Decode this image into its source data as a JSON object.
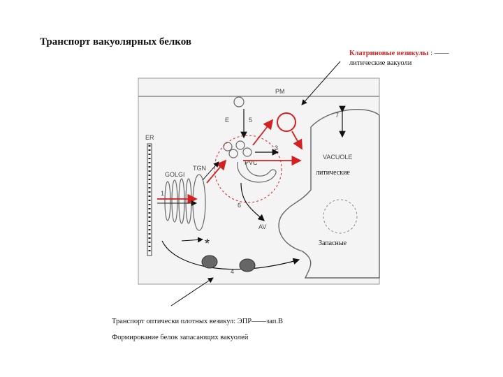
{
  "title": "Транспорт вакуолярных белков",
  "top_note": {
    "red_part": "Клатриновые везикулы",
    "rest_line1": " : ——",
    "line2": "литические вакуоли"
  },
  "diagram": {
    "pm": "PM",
    "e": "E",
    "n5": "5",
    "n7": "7",
    "n3": "3",
    "vacuole": "VACUOLE",
    "er": "ER",
    "golgi": "GOLGI",
    "tgn": "TGN",
    "pvc": "PVC",
    "n1": "1",
    "n6": "6",
    "av": "AV",
    "n4": "4",
    "star": "*",
    "lytic": "литические",
    "storage": "Запасные"
  },
  "caption_line1": "Транспорт оптически плотных везикул: ЭПР——зап.В",
  "caption_line2": "Формирование белок запасающих вакуолей"
}
